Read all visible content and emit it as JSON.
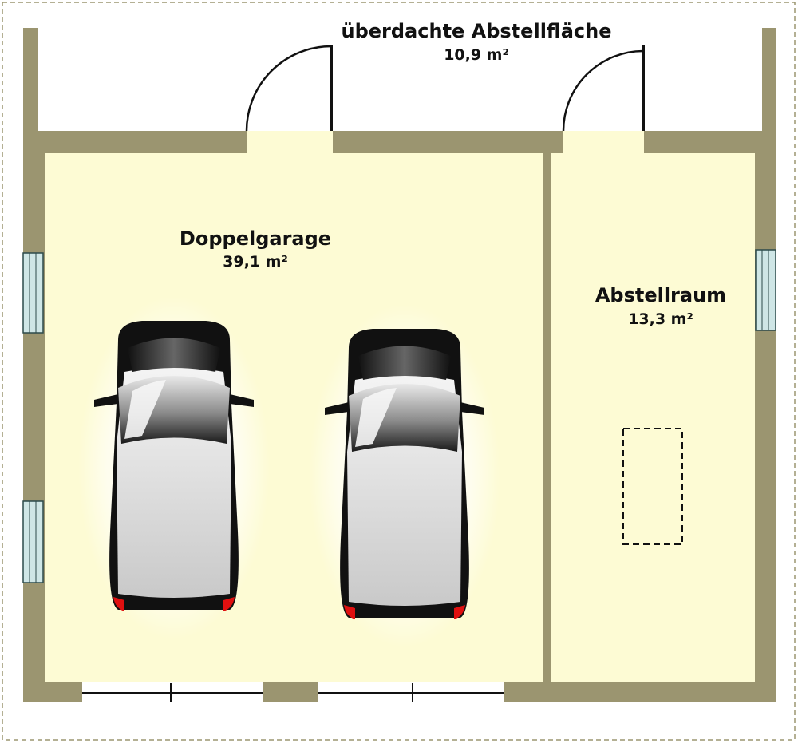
{
  "colors": {
    "wall": "#9b9570",
    "floor": "#fdfbd4",
    "window_glass": "#cfe6e6",
    "tail_light": "#e01010",
    "car_body": "#d8d8d8",
    "border_dash": "#9b9570"
  },
  "rooms": {
    "carport": {
      "name": "überdachte Abstellfläche",
      "area": "10,9 m²"
    },
    "garage": {
      "name": "Doppelgarage",
      "area": "39,1 m²"
    },
    "storage": {
      "name": "Abstellraum",
      "area": "13,3 m²"
    }
  }
}
